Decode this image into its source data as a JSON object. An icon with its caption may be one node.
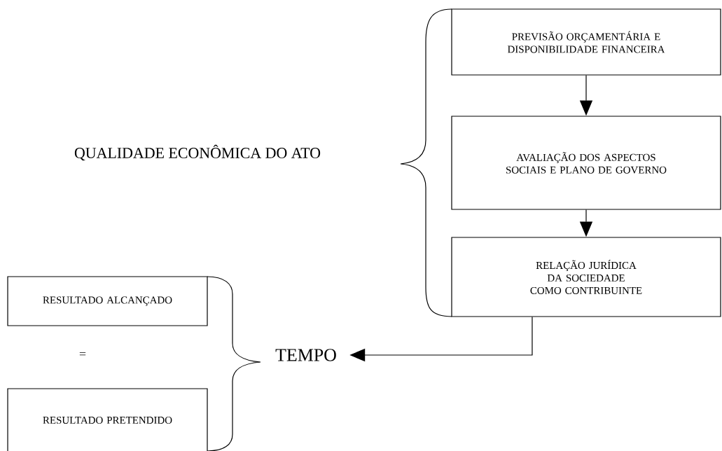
{
  "diagram": {
    "nodes": [
      {
        "text": [
          "PREVISÃO ORÇAMENTÁRIA E DISPONIBILIDADE FINANCEIRA"
        ]
      },
      {
        "text": [
          "AVALIAÇÃO DOS ASPECTOS SOCIAIS E PLANO DE GOVERNO"
        ]
      },
      {
        "text": [
          "RELAÇÃO JURÍDICA DA SOCIEDADE COMO CONTRIBUINTE"
        ]
      },
      {
        "text": [
          "TEMPO"
        ]
      },
      {
        "text": [
          "RESULTADO ALCANÇADO"
        ]
      },
      {
        "text": [
          "RESULTADO PRETENDIDO"
        ]
      }
    ],
    "edges": [
      {
        "from": 0,
        "to": 1,
        "arrow": "to"
      },
      {
        "from": 1,
        "to": 2,
        "arrow": "to"
      },
      {
        "from": 2,
        "to": 3,
        "arrow": "to"
      }
    ],
    "labels": [
      "QUALIDADE ECONÔMICA DO ATO",
      "="
    ]
  }
}
